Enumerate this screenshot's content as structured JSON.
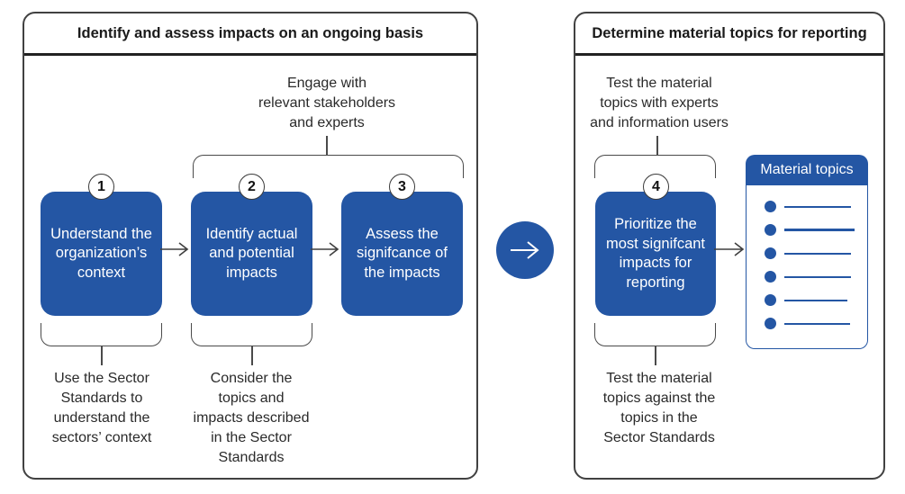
{
  "colors": {
    "primary_blue": "#2456a4",
    "line_dark": "#4a4a4a",
    "panel_border": "#414141",
    "text": "#2a2a2a",
    "box_text": "#ffffff"
  },
  "left_panel": {
    "title": "Identify and assess impacts on an ongoing basis",
    "engage_note": "Engage with\nrelevant stakeholders\nand experts",
    "steps": [
      {
        "number": "1",
        "label": "Understand the\norganization’s\ncontext"
      },
      {
        "number": "2",
        "label": "Identify actual\nand potential\nimpacts"
      },
      {
        "number": "3",
        "label": "Assess the\nsignifcance of\nthe impacts"
      }
    ],
    "notes": [
      "Use the Sector\nStandards to\nunderstand the\nsectors’ context",
      "Consider the\ntopics and\nimpacts described\nin the Sector\nStandards"
    ]
  },
  "flow_connector": {
    "icon": "arrow-right-icon"
  },
  "right_panel": {
    "title": "Determine material topics for reporting",
    "top_note": "Test the material\ntopics with experts\nand information users",
    "step": {
      "number": "4",
      "label": "Prioritize the\nmost signifcant\nimpacts for\nreporting"
    },
    "material_topics": {
      "header": "Material topics",
      "item_count": 6
    },
    "bottom_note": "Test the material\ntopics against the\ntopics in the\nSector Standards"
  }
}
